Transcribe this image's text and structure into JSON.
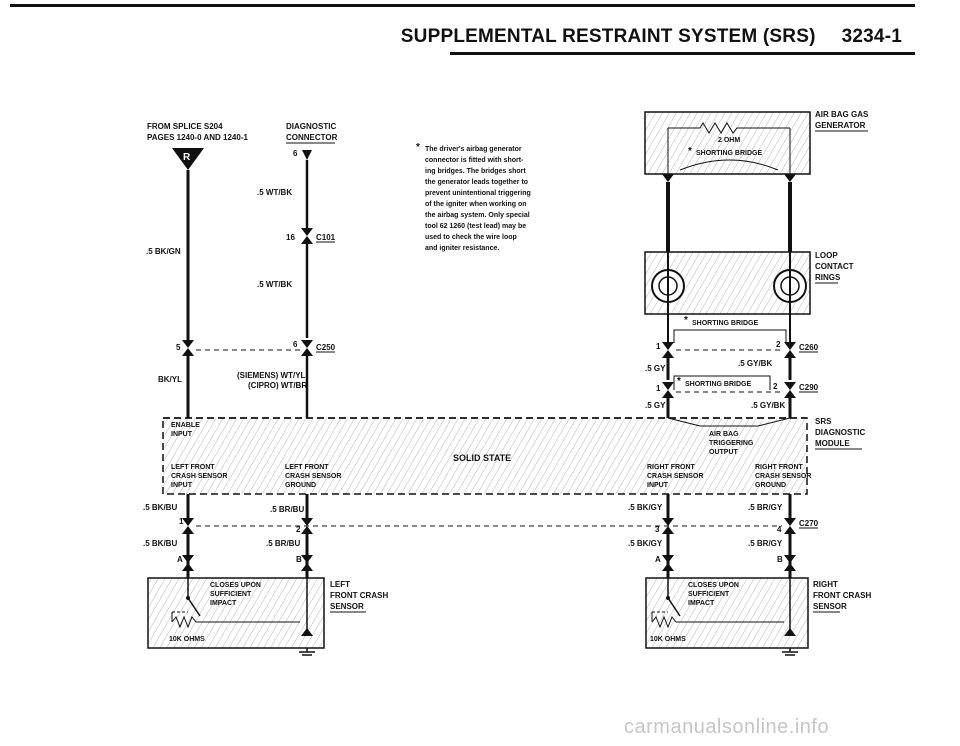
{
  "header": {
    "title": "SUPPLEMENTAL RESTRAINT SYSTEM (SRS)",
    "page": "3234-1"
  },
  "left": {
    "from_line1": "FROM SPLICE S204",
    "from_line2": "PAGES 1240-0 AND 1240-1",
    "diag_conn_line1": "DIAGNOSTIC",
    "diag_conn_line2": "CONNECTOR",
    "r_badge": "R",
    "pin_6": "6",
    "wire_wtbk_1": ".5 WT/BK",
    "pin_16": "16",
    "c101": "C101",
    "wire_bkgn": ".5 BK/GN",
    "wire_wtbk_2": ".5 WT/BK",
    "pin_5": "5",
    "pin_6b": "6",
    "c250": "C250",
    "bkyl": "BK/YL",
    "siemens": "(SIEMENS) WT/YL",
    "cipro": "(CIPRO) WT/BR"
  },
  "note": {
    "lines": [
      "The driver's airbag generator",
      "connector is fitted with short-",
      "ing bridges. The bridges short",
      "the generator leads together to",
      "prevent unintentional triggering",
      "of the igniter when working on",
      "the airbag system. Only special",
      "tool 62 1260 (test lead) may be",
      "used to check the wire loop",
      "and igniter resistance."
    ]
  },
  "right_top": {
    "air_bag_line1": "AIR BAG GAS",
    "air_bag_line2": "GENERATOR",
    "ohm": "2 OHM",
    "shorting_bridge_1": "SHORTING BRIDGE",
    "loop_line1": "LOOP",
    "loop_line2": "CONTACT",
    "loop_line3": "RINGS",
    "shorting_bridge_2": "SHORTING BRIDGE",
    "pin_1a": "1",
    "pin_2a": "2",
    "c260": "C260",
    "gyk_1": ".5 GY/BK",
    "gy_1": ".5 GY",
    "shorting_bridge_3": "SHORTING BRIDGE",
    "pin_1b": "1",
    "pin_2b": "2",
    "c290": "C290",
    "gy_2": ".5 GY",
    "gyk_2": ".5 GY/BK"
  },
  "module": {
    "enable_line1": "ENABLE",
    "enable_line2": "INPUT",
    "airbag_line1": "AIR BAG",
    "airbag_line2": "TRIGGERING",
    "airbag_line3": "OUTPUT",
    "solid_state": "SOLID STATE",
    "lfc_in_line1": "LEFT FRONT",
    "lfc_in_line2": "CRASH SENSOR",
    "lfc_in_line3": "INPUT",
    "lfc_gnd_line1": "LEFT FRONT",
    "lfc_gnd_line2": "CRASH SENSOR",
    "lfc_gnd_line3": "GROUND",
    "rfc_in_line1": "RIGHT FRONT",
    "rfc_in_line2": "CRASH SENSOR",
    "rfc_in_line3": "INPUT",
    "rfc_gnd_line1": "RIGHT FRONT",
    "rfc_gnd_line2": "CRASH SENSOR",
    "rfc_gnd_line3": "GROUND",
    "srs_line1": "SRS",
    "srs_line2": "DIAGNOSTIC",
    "srs_line3": "MODULE"
  },
  "bottom": {
    "bkbu_1": ".5 BK/BU",
    "brbu_1": ".5 BR/BU",
    "bkgy_1": ".5 BK/GY",
    "brgy_1": ".5 BR/GY",
    "pin_1": "1",
    "pin_2": "2",
    "pin_3": "3",
    "pin_4": "4",
    "c270": "C270",
    "bkbu_2": ".5 BK/BU",
    "brbu_2": ".5 BR/BU",
    "bkgy_2": ".5 BK/GY",
    "brgy_2": ".5 BR/GY",
    "pin_a_l": "A",
    "pin_b_l": "B",
    "pin_a_r": "A",
    "pin_b_r": "B",
    "closes_line1": "CLOSES UPON",
    "closes_line2": "SUFFICIENT",
    "closes_line3": "IMPACT",
    "ohms": "10K OHMS",
    "lfs_line1": "LEFT",
    "lfs_line2": "FRONT CRASH",
    "lfs_line3": "SENSOR",
    "closes_r_line1": "CLOSES UPON",
    "closes_r_line2": "SUFFICIENT",
    "closes_r_line3": "IMPACT",
    "ohms_r": "10K OHMS",
    "rfs_line1": "RIGHT",
    "rfs_line2": "FRONT CRASH",
    "rfs_line3": "SENSOR"
  },
  "watermark": "carmanualsonline.info"
}
